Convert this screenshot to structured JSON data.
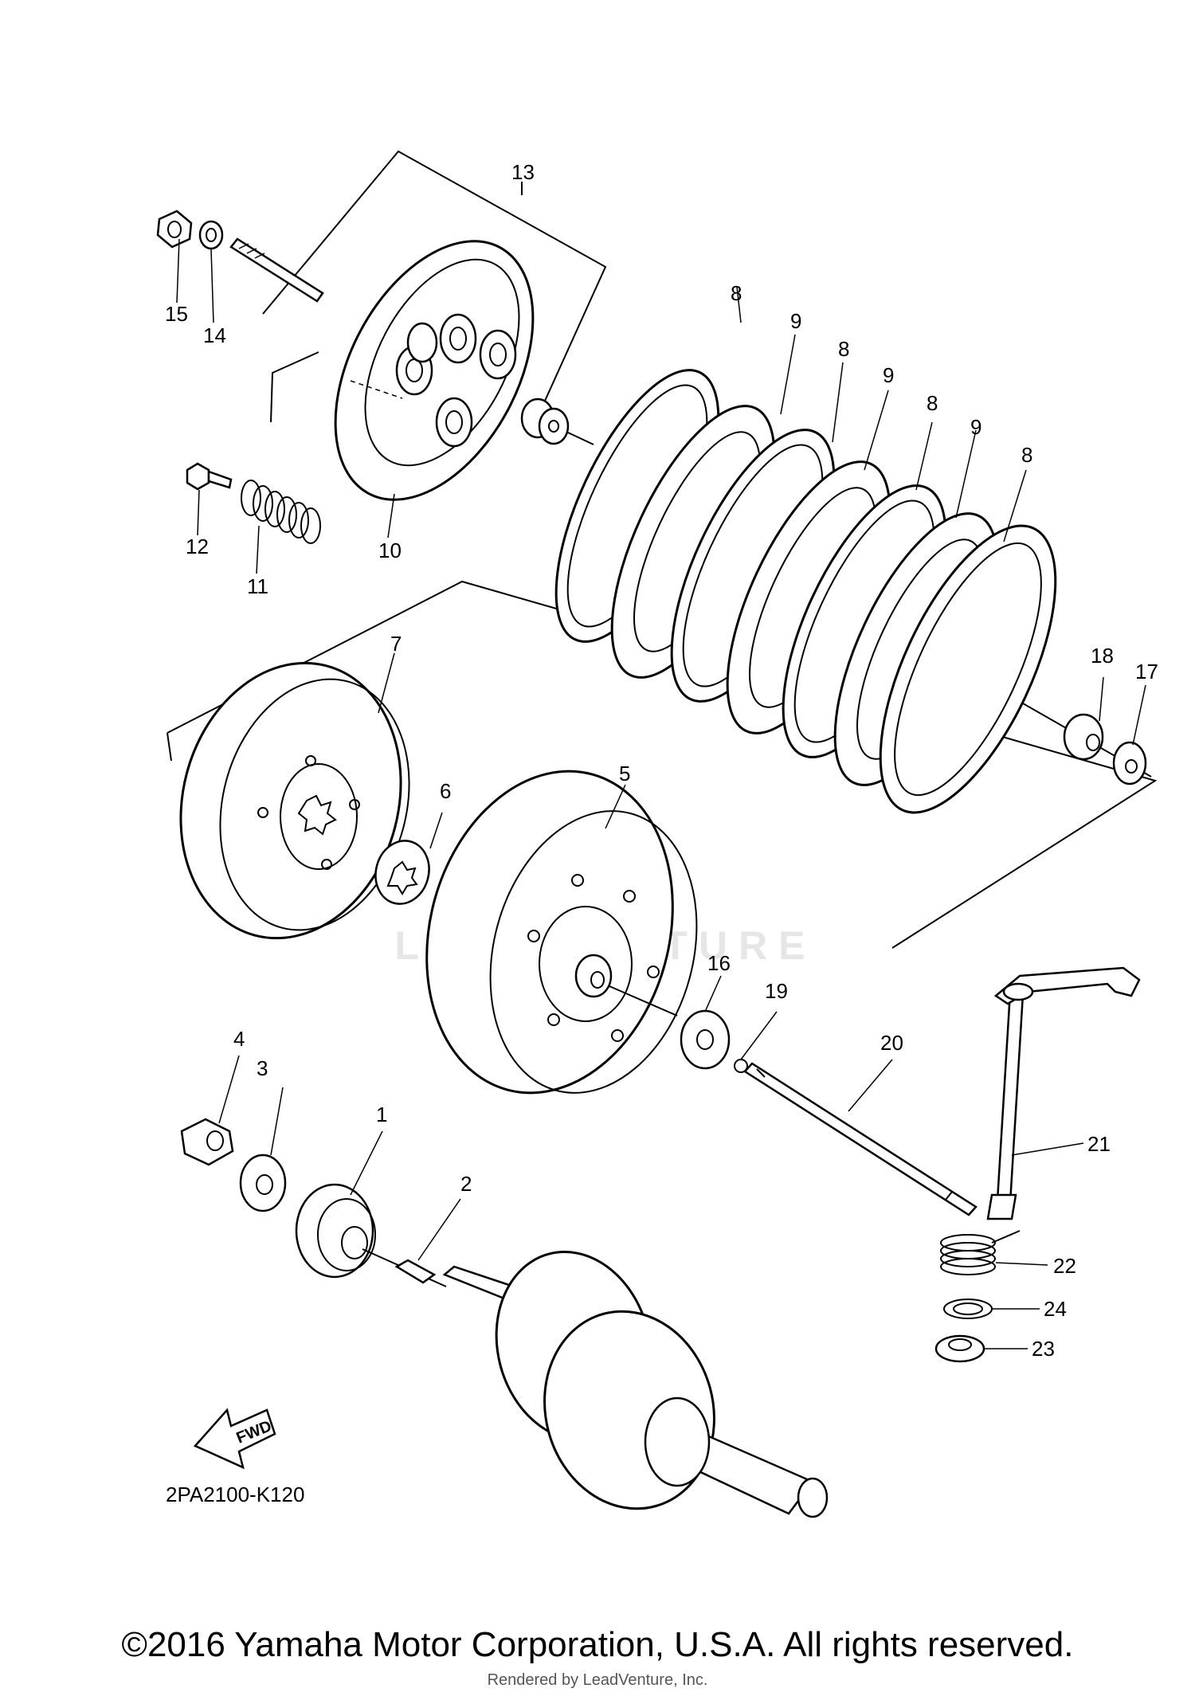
{
  "diagram_code": "2PA2100-K120",
  "watermark": "LEADVENTURE",
  "copyright": "©2016 Yamaha Motor Corporation, U.S.A. All rights reserved.",
  "rendered_by": "Rendered by LeadVenture, Inc.",
  "fwd_label": "FWD",
  "callouts": {
    "c1": "1",
    "c2": "2",
    "c3": "3",
    "c4": "4",
    "c5": "5",
    "c6": "6",
    "c7": "7",
    "c8a": "8",
    "c8b": "8",
    "c8c": "8",
    "c8d": "8",
    "c9a": "9",
    "c9b": "9",
    "c9c": "9",
    "c10": "10",
    "c11": "11",
    "c12": "12",
    "c13": "13",
    "c14": "14",
    "c15": "15",
    "c16": "16",
    "c17": "17",
    "c18": "18",
    "c19": "19",
    "c20": "20",
    "c21": "21",
    "c22": "22",
    "c23": "23",
    "c24": "24"
  }
}
